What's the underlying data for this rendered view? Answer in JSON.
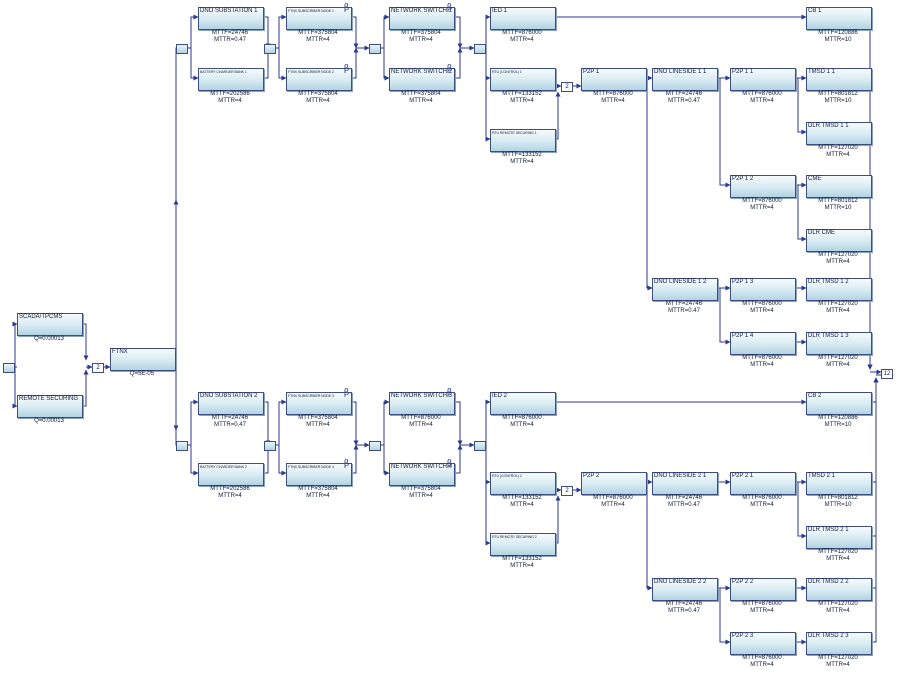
{
  "diagram": {
    "blocks": {
      "scada": {
        "title": "SCADA/TPCMS",
        "sub": [
          "Q=0.00013"
        ]
      },
      "remote_securing": {
        "title": "REMOTE SECURING",
        "sub": [
          "Q=0.00013"
        ]
      },
      "ftnx": {
        "title": "FTNX",
        "sub": [
          "Q=5E-05"
        ]
      },
      "dno_sub_1": {
        "title": "DNO SUBSTATION 1",
        "sub": [
          "MTTF=24746",
          "MTTR=0.47"
        ]
      },
      "batt_1": {
        "title": "BATTERY CHARGER BANK 1",
        "sub": [
          "MTTF=202586",
          "MTTR=4"
        ]
      },
      "ftnx_sub_1": {
        "title": "FTNX SUBSCRIBER NODE 1",
        "sub": [
          "MTTF=375804",
          "MTTR=4"
        ]
      },
      "ftnx_sub_2": {
        "title": "FTNX SUBSCRIBER NODE 2",
        "sub": [
          "MTTF=375804",
          "MTTR=4"
        ]
      },
      "net_sw_1": {
        "title": "NETWORK SWITCH 1",
        "sub": [
          "MTTF=375804",
          "MTTR=4"
        ]
      },
      "net_sw_2": {
        "title": "NETWORK SWITCH 2",
        "sub": [
          "MTTF=375804",
          "MTTR=4"
        ]
      },
      "ied_1": {
        "title": "IED 1",
        "sub": [
          "MTTF=876000",
          "MTTR=4"
        ]
      },
      "rtu_ctrl_1": {
        "title": "RTU (CONTROL) 1",
        "sub": [
          "MTTF=133152",
          "MTTR=4"
        ]
      },
      "rtu_rem_1": {
        "title": "RTU REMOTE SECURING 1",
        "sub": [
          "MTTF=133152",
          "MTTR=4"
        ]
      },
      "p2p_1": {
        "title": "P2P 1",
        "sub": [
          "MTTF=876000",
          "MTTR=4"
        ]
      },
      "dno_ls_11": {
        "title": "DNO LINESIDE 1 1",
        "sub": [
          "MTTF=24746",
          "MTTR=0.47"
        ]
      },
      "dno_ls_12": {
        "title": "DNO LINESIDE 1 2",
        "sub": [
          "MTTF=24746",
          "MTTR=0.47"
        ]
      },
      "p2p_11": {
        "title": "P2P 1 1",
        "sub": [
          "MTTF=876000",
          "MTTR=4"
        ]
      },
      "p2p_12": {
        "title": "P2P 1 2",
        "sub": [
          "MTTF=876000",
          "MTTR=4"
        ]
      },
      "p2p_13": {
        "title": "P2P 1 3",
        "sub": [
          "MTTF=876000",
          "MTTR=4"
        ]
      },
      "p2p_14": {
        "title": "P2P 1 4",
        "sub": [
          "MTTF=876000",
          "MTTR=4"
        ]
      },
      "cb_1": {
        "title": "CB 1",
        "sub": [
          "MTTF=120886",
          "MTTR=10"
        ]
      },
      "tmsd_11": {
        "title": "TMSD 1 1",
        "sub": [
          "MTTF=801812",
          "MTTR=10"
        ]
      },
      "dlr_tmsd_11": {
        "title": "DLR TMSD 1 1",
        "sub": [
          "MTTF=127020",
          "MTTR=4"
        ]
      },
      "cme": {
        "title": "CME",
        "sub": [
          "MTTF=801812",
          "MTTR=10"
        ]
      },
      "dlr_cme": {
        "title": "DLR CME",
        "sub": [
          "MTTF=127020",
          "MTTR=4"
        ]
      },
      "dlr_tmsd_12": {
        "title": "DLR TMSD 1 2",
        "sub": [
          "MTTF=127020",
          "MTTR=4"
        ]
      },
      "dlr_tmsd_13": {
        "title": "DLR TMSD 1 3",
        "sub": [
          "MTTF=127020",
          "MTTR=4"
        ]
      },
      "dno_sub_2": {
        "title": "DNO SUBSTATION 2",
        "sub": [
          "MTTF=24746",
          "MTTR=0.47"
        ]
      },
      "batt_2": {
        "title": "BATTERY CHARGER BANK 2",
        "sub": [
          "MTTF=202586",
          "MTTR=4"
        ]
      },
      "ftnx_sub_3": {
        "title": "FTNX SUBSCRIBER NODE 3",
        "sub": [
          "MTTF=375804",
          "MTTR=4"
        ]
      },
      "ftnx_sub_4": {
        "title": "FTNX SUBSCRIBER NODE 4",
        "sub": [
          "MTTF=375804",
          "MTTR=4"
        ]
      },
      "net_sw_3": {
        "title": "NETWORK SWITCH 3",
        "sub": [
          "MTTF=876000",
          "MTTR=4"
        ]
      },
      "net_sw_4": {
        "title": "NETWORK SWITCH 4",
        "sub": [
          "MTTF=375804",
          "MTTR=4"
        ]
      },
      "ied_2": {
        "title": "IED 2",
        "sub": [
          "MTTF=876000",
          "MTTR=4"
        ]
      },
      "rtu_ctrl_2": {
        "title": "RTU (CONTROL) 2",
        "sub": [
          "MTTF=133152",
          "MTTR=4"
        ]
      },
      "rtu_rem_2": {
        "title": "RTU REMOTE SECURING 2",
        "sub": [
          "MTTF=133152",
          "MTTR=4"
        ]
      },
      "p2p_2": {
        "title": "P2P 2",
        "sub": [
          "MTTF=876000",
          "MTTR=4"
        ]
      },
      "dno_ls_21": {
        "title": "DNO LINESIDE 2 1",
        "sub": [
          "MTTF=24746",
          "MTTR=0.47"
        ]
      },
      "dno_ls_22": {
        "title": "DNO LINESIDE 2 2",
        "sub": [
          "MTTF=24746",
          "MTTR=0.47"
        ]
      },
      "p2p_21": {
        "title": "P2P 2 1",
        "sub": [
          "MTTF=876000",
          "MTTR=4"
        ]
      },
      "p2p_22": {
        "title": "P2P 2 2",
        "sub": [
          "MTTF=876000",
          "MTTR=4"
        ]
      },
      "p2p_23": {
        "title": "P2P 2 3",
        "sub": [
          "MTTF=876000",
          "MTTR=4"
        ]
      },
      "cb_2": {
        "title": "CB 2",
        "sub": [
          "MTTF=120886",
          "MTTR=10"
        ]
      },
      "tmsd_21": {
        "title": "TMSD 2 1",
        "sub": [
          "MTTF=801812",
          "MTTR=10"
        ]
      },
      "dlr_tmsd_21": {
        "title": "DLR TMSD 2 1",
        "sub": [
          "MTTF=127020",
          "MTTR=4"
        ]
      },
      "dlr_tmsd_22": {
        "title": "DLR TMSD 2 2",
        "sub": [
          "MTTF=127020",
          "MTTR=4"
        ]
      },
      "dlr_tmsd_23": {
        "title": "DLR TMSD 2 3",
        "sub": [
          "MTTF=127020",
          "MTTR=4"
        ]
      }
    },
    "votes": {
      "top_2": "2",
      "rtu_1_vote": "2",
      "rtu_2_vote": "2",
      "final_vote": "12"
    },
    "beta_symbol": "β"
  }
}
